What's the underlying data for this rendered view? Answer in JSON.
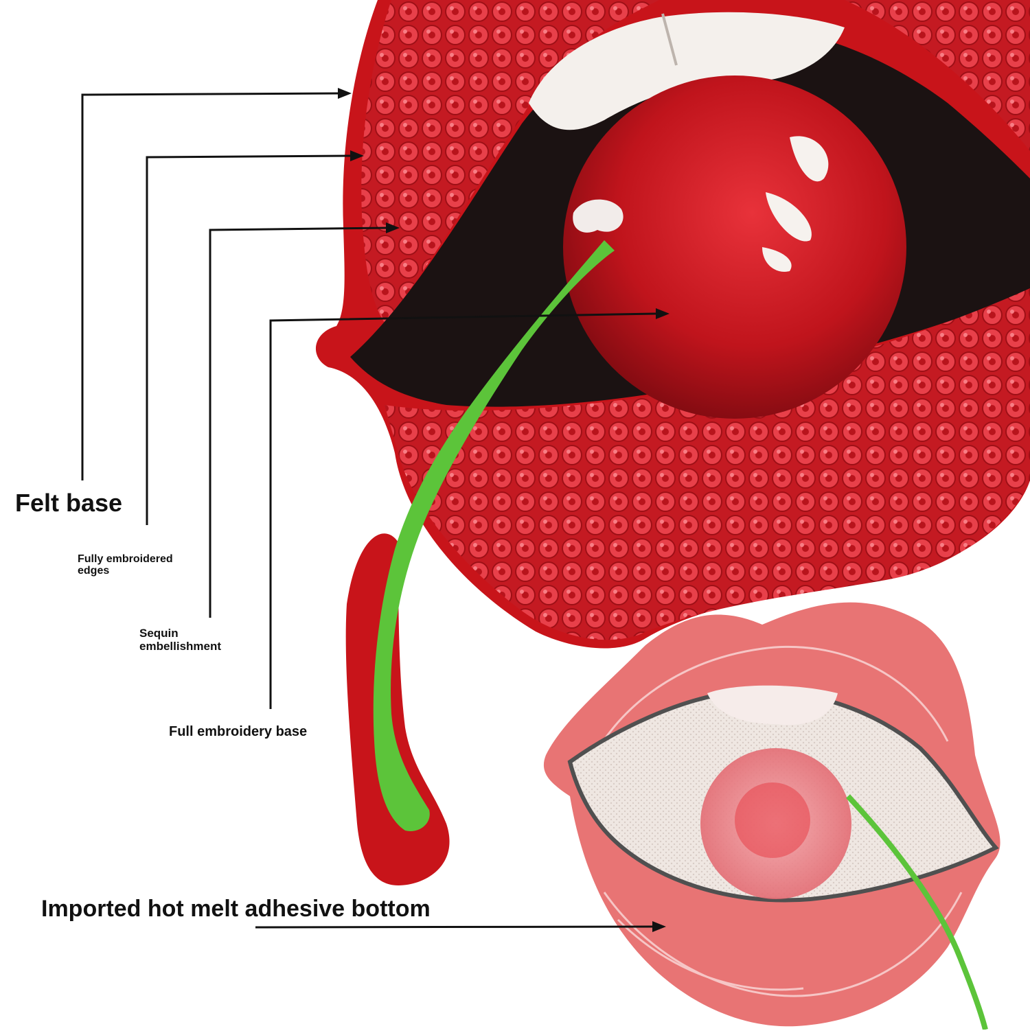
{
  "labels": {
    "felt_base": "Felt base",
    "fully_embroidered_edges": "Fully embroidered edges",
    "sequin_embellishment": "Sequin embellishment",
    "full_embroidery_base": "Full embroidery base",
    "hot_melt_adhesive": "Imported hot melt adhesive bottom"
  },
  "colors": {
    "felt_red": "#c8141a",
    "sequin_red": "#e0323a",
    "mouth_black": "#1b1212",
    "cherry_red": "#b0141c",
    "teeth_white": "#f4f0ec",
    "stem_green": "#5cc43a",
    "back_pink": "#e87474",
    "back_fabric": "#efe7e2",
    "line_black": "#111111"
  }
}
